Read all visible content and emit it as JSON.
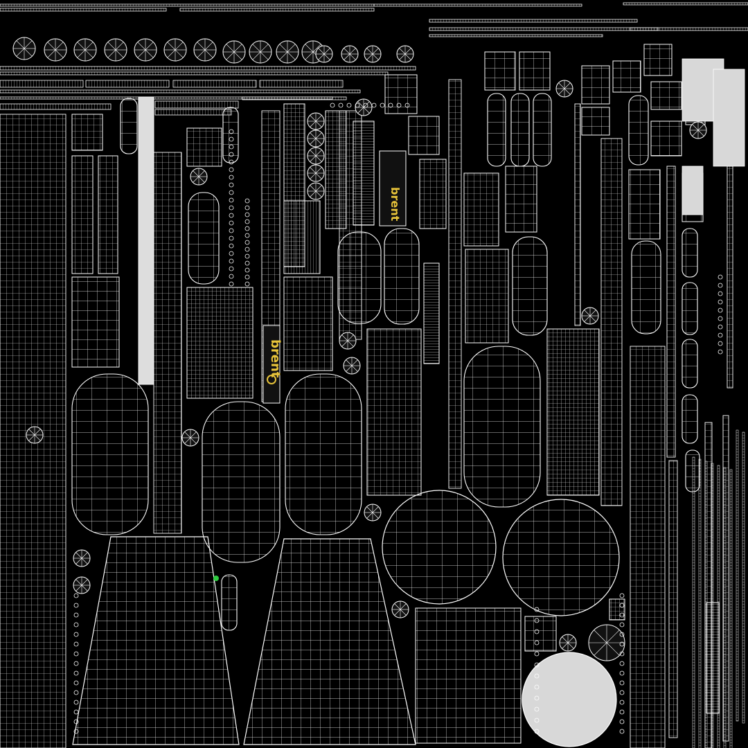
{
  "view": {
    "type": "uv-layout-wireframe",
    "background_color": "#000000",
    "wire_color": "#ffffff",
    "fill_dark": "#1a1a1a",
    "fill_light": "#d8d8d8",
    "highlight_color": "#2ecc40"
  },
  "logos": [
    {
      "text": "brent",
      "color": "#e8c43a"
    },
    {
      "text": "brent",
      "color": "#e8c43a"
    }
  ]
}
